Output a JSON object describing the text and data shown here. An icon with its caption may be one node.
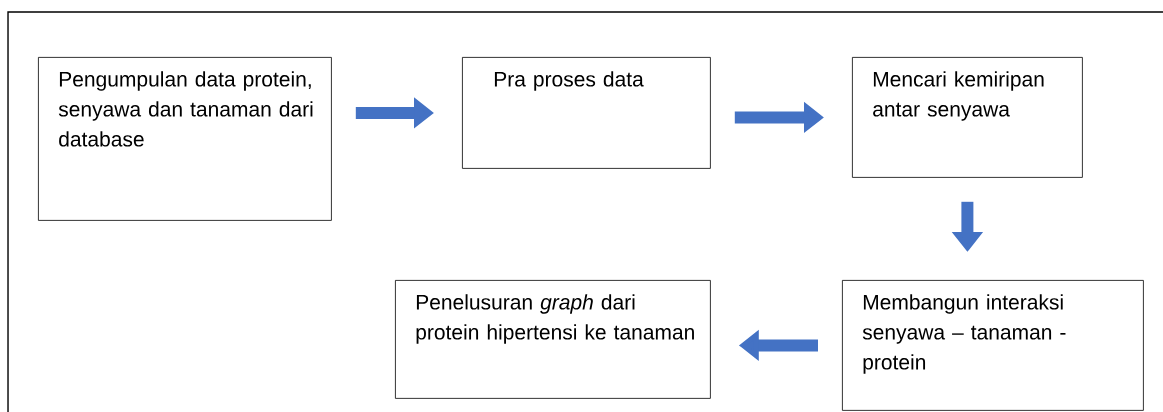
{
  "diagram": {
    "nodes": [
      {
        "text": [
          "Pengumpulan data protein, senyawa dan tanaman dari database"
        ]
      },
      {
        "text": [
          "Pra proses data"
        ]
      },
      {
        "text": [
          "Mencari kemiripan antar senyawa"
        ]
      },
      {
        "text": [
          "Membangun interaksi senyawa – tanaman - protein"
        ]
      },
      {
        "text": [
          "Penelusuran *graph* dari protein hipertensi ke tanaman"
        ]
      }
    ],
    "edges": [
      {
        "from": 0,
        "to": 1,
        "arrow": "to"
      },
      {
        "from": 1,
        "to": 2,
        "arrow": "to"
      },
      {
        "from": 2,
        "to": 3,
        "arrow": "to"
      },
      {
        "from": 3,
        "to": 4,
        "arrow": "to"
      }
    ]
  }
}
